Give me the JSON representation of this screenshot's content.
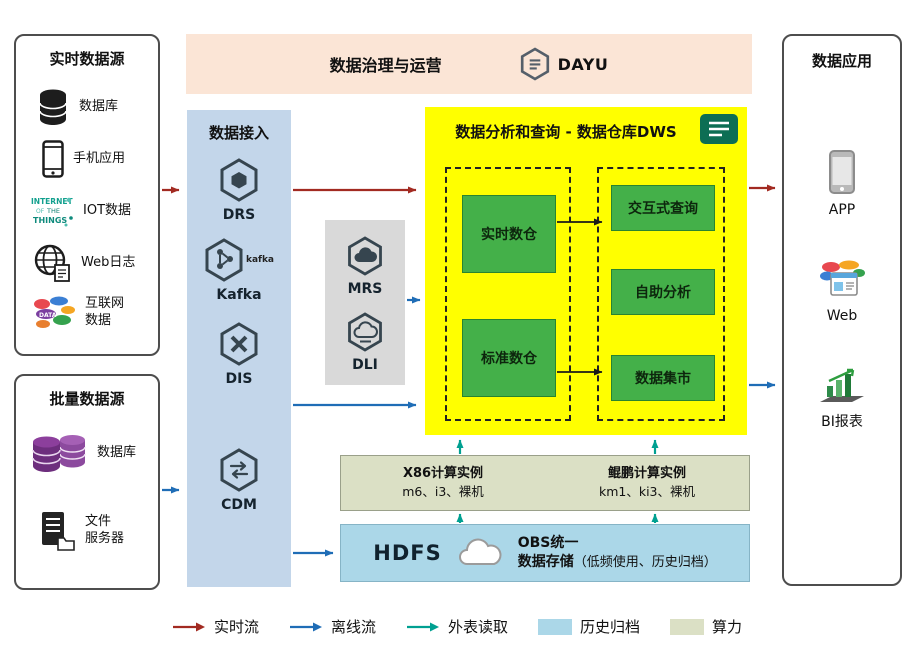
{
  "colors": {
    "realtime_flow": "#a22a21",
    "offline_flow": "#1f6db6",
    "external_read": "#00a091",
    "banner_bg": "#fbe5d6",
    "ingest_bg": "#c3d6ea",
    "gray_bg": "#d9d9d9",
    "dws_bg": "#ffff00",
    "green_box": "#44b049",
    "compute_bg": "#dbe0c5",
    "archive_bg": "#abd7e8",
    "panel_border": "#4d4d4d",
    "black_arrow": "#1a1a1a"
  },
  "banner": {
    "title": "数据治理与运营",
    "logo_text": "DAYU"
  },
  "realtime_sources": {
    "title": "实时数据源",
    "items": [
      {
        "label": "数据库",
        "icon": "database-icon"
      },
      {
        "label": "手机应用",
        "icon": "mobile-phone-icon"
      },
      {
        "label": "IOT数据",
        "icon": "iot-icon"
      },
      {
        "label": "Web日志",
        "icon": "web-log-icon"
      },
      {
        "label": "互联网\n数据",
        "icon": "internet-data-icon"
      }
    ]
  },
  "batch_sources": {
    "title": "批量数据源",
    "items": [
      {
        "label": "数据库",
        "icon": "database-cluster-icon"
      },
      {
        "label": "文件\n服务器",
        "icon": "file-server-icon"
      }
    ]
  },
  "ingestion": {
    "title": "数据接入",
    "items": [
      {
        "label": "DRS",
        "icon": "drs-hexagon-icon"
      },
      {
        "label": "Kafka",
        "icon": "kafka-hexagon-icon",
        "wordmark": "kafka"
      },
      {
        "label": "DIS",
        "icon": "dis-hexagon-icon"
      },
      {
        "label": "CDM",
        "icon": "cdm-hexagon-icon"
      }
    ]
  },
  "middleware": {
    "items": [
      {
        "label": "MRS",
        "icon": "mrs-hexagon-icon"
      },
      {
        "label": "DLI",
        "icon": "dli-hexagon-icon"
      }
    ]
  },
  "dws": {
    "title": "数据分析和查询 - 数据仓库DWS",
    "warehouses": [
      "实时数仓",
      "标准数仓"
    ],
    "services": [
      "交互式查询",
      "自助分析",
      "数据集市"
    ]
  },
  "compute": {
    "x86": {
      "title": "X86计算实例",
      "subtitle": "m6、i3、裸机"
    },
    "kunpeng": {
      "title": "鲲鹏计算实例",
      "subtitle": "km1、ki3、裸机"
    }
  },
  "storage": {
    "hdfs_label": "HDFS",
    "obs_line1": "OBS统一",
    "obs_line2": "数据存储",
    "obs_note": "（低频使用、历史归档）"
  },
  "apps": {
    "title": "数据应用",
    "items": [
      {
        "label": "APP",
        "icon": "app-phone-icon"
      },
      {
        "label": "Web",
        "icon": "web-app-icon"
      },
      {
        "label": "BI报表",
        "icon": "bi-report-icon"
      }
    ]
  },
  "legend": {
    "items": [
      {
        "label": "实时流",
        "kind": "arrow"
      },
      {
        "label": "离线流",
        "kind": "arrow"
      },
      {
        "label": "外表读取",
        "kind": "arrow"
      },
      {
        "label": "历史归档",
        "kind": "swatch"
      },
      {
        "label": "算力",
        "kind": "swatch"
      }
    ]
  }
}
